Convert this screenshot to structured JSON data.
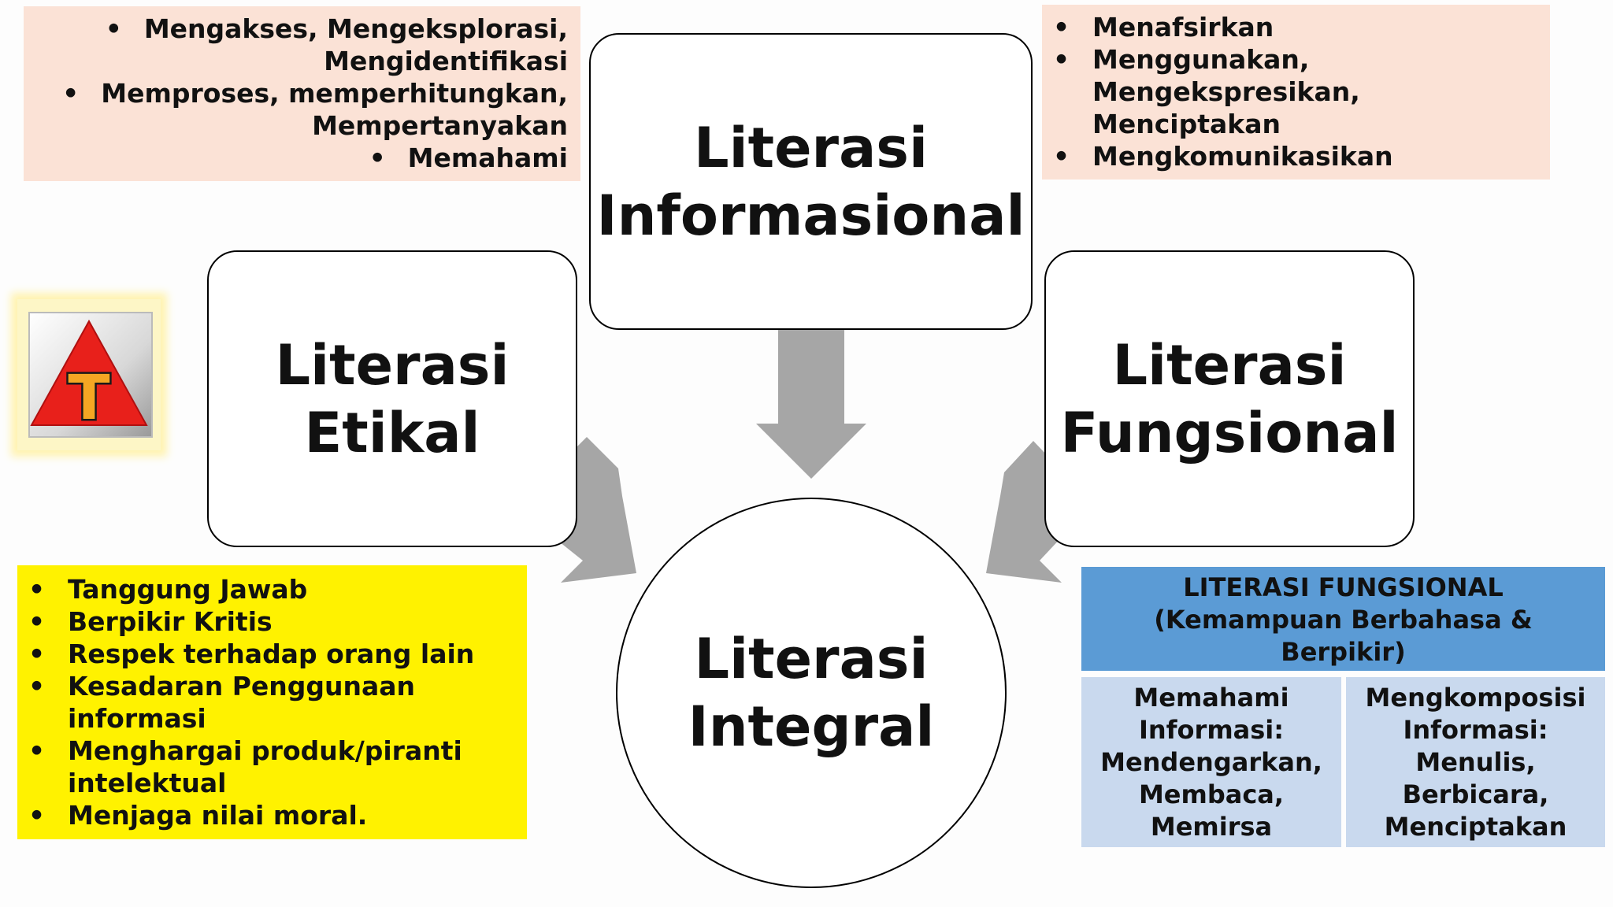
{
  "top_left": {
    "items": [
      {
        "lines": [
          "Mengakses, Mengeksplorasi,",
          "Mengidentifikasi"
        ]
      },
      {
        "lines": [
          "Memproses, memperhitungkan,",
          "Mempertanyakan"
        ]
      },
      {
        "lines": [
          "Memahami"
        ]
      }
    ]
  },
  "top_right": {
    "items": [
      {
        "lines": [
          "Menafsirkan"
        ]
      },
      {
        "lines": [
          "Menggunakan,",
          "Mengekspresikan,",
          "Menciptakan"
        ]
      },
      {
        "lines": [
          "Mengkomunikasikan"
        ]
      }
    ]
  },
  "bottom_left": {
    "items": [
      {
        "lines": [
          "Tanggung Jawab"
        ]
      },
      {
        "lines": [
          "Berpikir Kritis"
        ]
      },
      {
        "lines": [
          "Respek terhadap orang lain"
        ]
      },
      {
        "lines": [
          "Kesadaran Penggunaan",
          "informasi"
        ]
      },
      {
        "lines": [
          "Menghargai produk/piranti",
          "intelektual"
        ]
      },
      {
        "lines": [
          "Menjaga nilai moral."
        ]
      }
    ]
  },
  "concepts": {
    "informasional": {
      "line1": "Literasi",
      "line2": "Informasional"
    },
    "etikal": {
      "line1": "Literasi",
      "line2": "Etikal"
    },
    "fungsional": {
      "line1": "Literasi",
      "line2": "Fungsional"
    },
    "integral": {
      "line1": "Literasi",
      "line2": "Integral"
    }
  },
  "logo": {
    "letter": "T",
    "colors": {
      "triangle": "#e8201b",
      "letter": "#1a1a1a",
      "letter_fill": "#f5a623"
    }
  },
  "fungsional_table": {
    "header": [
      "LITERASI FUNGSIONAL",
      "(Kemampuan Berbahasa &",
      "Berpikir)"
    ],
    "col1": [
      "Memahami",
      "Informasi:",
      "Mendengarkan,",
      "Membaca,",
      "Memirsa"
    ],
    "col2": [
      "Mengkomposisi",
      "Informasi:",
      "Menulis,",
      "Berbicara,",
      "Menciptakan"
    ],
    "colors": {
      "header": "#5b9bd5",
      "cell": "#c9d9ee"
    }
  },
  "colors": {
    "peach": "#fbe2d6",
    "yellow": "#fff200",
    "arrow": "#a6a6a6"
  }
}
